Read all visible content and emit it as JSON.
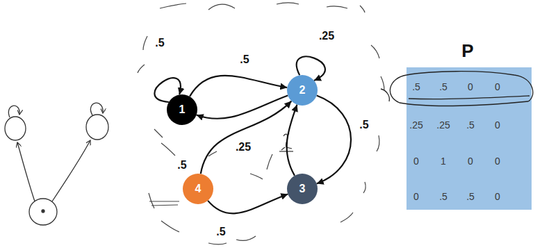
{
  "diagram": {
    "nodes": [
      {
        "text": [
          "1"
        ]
      },
      {
        "text": [
          "2"
        ]
      },
      {
        "text": [
          "3"
        ]
      },
      {
        "text": [
          "4"
        ]
      }
    ],
    "edges": [
      {
        "from": 0,
        "to": 0,
        "label": ".5",
        "arrow": "to"
      },
      {
        "from": 0,
        "to": 1,
        "label": ".5",
        "arrow": "to"
      },
      {
        "from": 1,
        "to": 0,
        "label": ".25",
        "arrow": "to"
      },
      {
        "from": 1,
        "to": 1,
        "label": ".25",
        "arrow": "to"
      },
      {
        "from": 1,
        "to": 2,
        "label": ".5",
        "arrow": "to"
      },
      {
        "from": 2,
        "to": 1,
        "arrow": "to"
      },
      {
        "from": 3,
        "to": 1,
        "label": ".5",
        "arrow": "to"
      },
      {
        "from": 3,
        "to": 2,
        "label": ".5",
        "arrow": "to"
      }
    ],
    "labels": [
      "P",
      ".5",
      ".5",
      "0",
      "0",
      ".25",
      ".25",
      ".5",
      "0",
      "0",
      "1",
      "0",
      "0",
      "0",
      ".5",
      ".5",
      "0"
    ]
  }
}
